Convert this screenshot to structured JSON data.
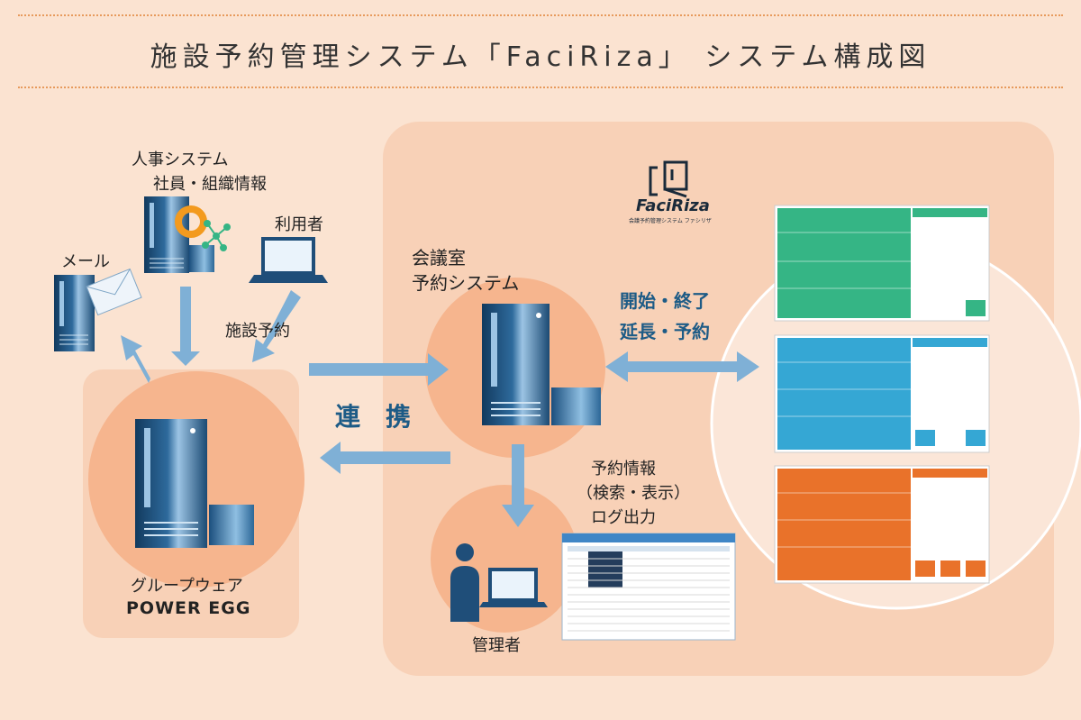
{
  "title": "施設予約管理システム「FaciRiza」 システム構成図",
  "logo": {
    "name": "FaciRiza",
    "tagline": "会議予約管理システム ファシリザ"
  },
  "nodes": {
    "hr_line1": "人事システム",
    "hr_line2": "社員・組織情報",
    "user": "利用者",
    "mail": "メール",
    "facility_booking": "施設予約",
    "groupware_line1": "グループウェア",
    "groupware_line2": "POWER EGG",
    "meeting_line1": "会議室",
    "meeting_line2": "予約システム",
    "link": "連　携",
    "ops_line1": "開始・終了",
    "ops_line2": "延長・予約",
    "info_line1": "予約情報",
    "info_line2": "（検索・表示）",
    "info_line3": "ログ出力",
    "admin": "管理者"
  },
  "colors": {
    "background": "#fbe3d1",
    "panel": "#f8d1b7",
    "arrow": "#7fb0d6",
    "server": "#1f4e79",
    "green": "#35b585",
    "cyan": "#35a7d4",
    "orange": "#e9722a"
  }
}
